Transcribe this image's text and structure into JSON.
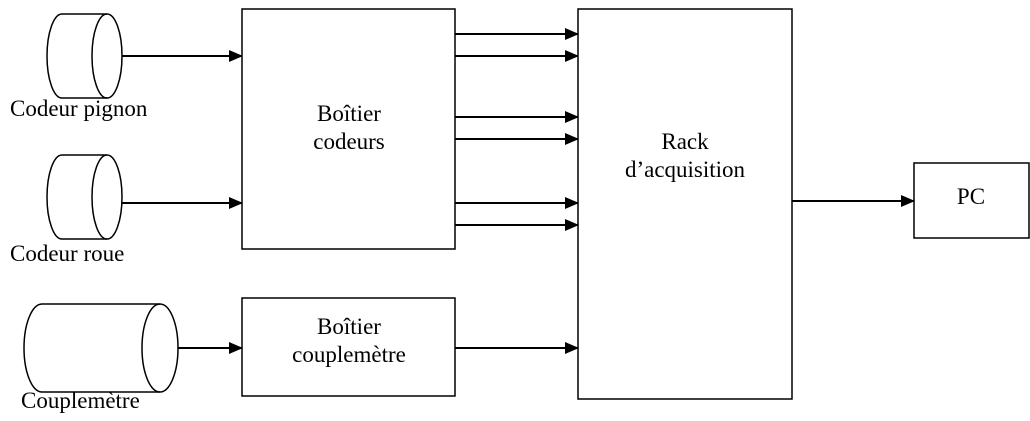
{
  "sensors": {
    "pinion": {
      "label": "Codeur pignon"
    },
    "wheel": {
      "label": "Codeur roue"
    },
    "torque": {
      "label": "Couplemètre"
    }
  },
  "blocks": {
    "encoder_box": {
      "line1": "Boîtier",
      "line2": "codeurs"
    },
    "torque_box": {
      "line1": "Boîtier",
      "line2": "couplemètre"
    },
    "acq_rack": {
      "line1": "Rack",
      "line2": "d’acquisition"
    },
    "pc": {
      "label": "PC"
    }
  }
}
